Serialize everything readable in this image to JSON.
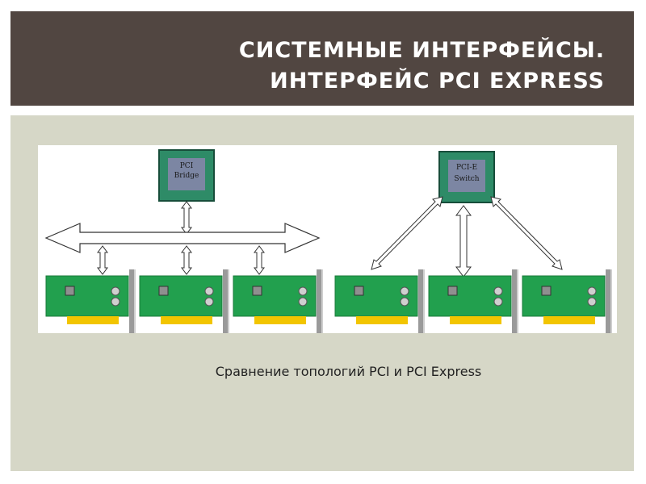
{
  "slide": {
    "title_line1": "СИСТЕМНЫЕ ИНТЕРФЕЙСЫ.",
    "title_line2": "ИНТЕРФЕЙС PCI EXPRESS",
    "caption": "Сравнение топологий PCI и PCI Express"
  },
  "diagram": {
    "pci_chip_line1": "PCI",
    "pci_chip_line2": "Bridge",
    "pcie_chip_line1": "PCI-E",
    "pcie_chip_line2": "Switch",
    "colors": {
      "chip": "#2e8b67",
      "card": "#22a04e",
      "contacts": "#f2c500",
      "bracket": "#9a9a9a"
    }
  }
}
